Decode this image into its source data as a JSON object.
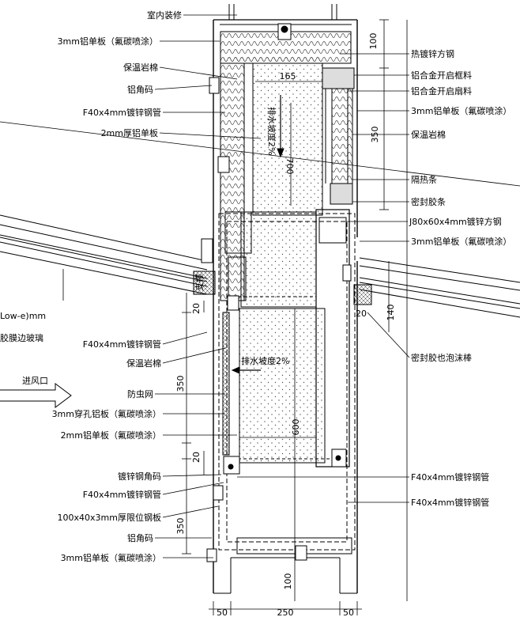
{
  "left_labels": [
    {
      "text": "室内装修"
    },
    {
      "text": "3mm铝单板（氟碳喷涂）"
    },
    {
      "text": "保温岩棉"
    },
    {
      "text": "铝角码"
    },
    {
      "text": "F40x4mm镀锌钢管"
    },
    {
      "text": "2mm厚铝单板"
    },
    {
      "text": "Low-e)mm"
    },
    {
      "text": "胶膜边玻璃"
    },
    {
      "text": "F40x4mm镀锌钢管"
    },
    {
      "text": "保温岩棉"
    },
    {
      "text": "防虫网"
    },
    {
      "text": "3mm穿孔铝板（氟碳喷涂）"
    },
    {
      "text": "2mm铝单板（氟碳喷涂）"
    },
    {
      "text": "镀锌钢角码"
    },
    {
      "text": "F40x4mm镀锌钢管"
    },
    {
      "text": "100x40x3mm厚限位钢板"
    },
    {
      "text": "铝角码"
    },
    {
      "text": "3mm铝单板（氟碳喷涂）"
    }
  ],
  "right_labels": [
    {
      "text": "热镀锌方钢"
    },
    {
      "text": "铝合金开启框料"
    },
    {
      "text": "铝合金开启扇料"
    },
    {
      "text": "3mm铝单板（氟碳喷涂）"
    },
    {
      "text": "保温岩棉"
    },
    {
      "text": "隔热条"
    },
    {
      "text": "密封胶条"
    },
    {
      "text": "J80x60x4mm镀锌方钢"
    },
    {
      "text": "3mm铝单板（氟碳喷涂）"
    },
    {
      "text": "密封胶也泡沫棒"
    },
    {
      "text": "F40x4mm镀锌钢管"
    },
    {
      "text": "F40x4mm镀锌钢管"
    }
  ],
  "inner_text": {
    "arrow_label": "进风口",
    "slope_upper": "排水坡度2%",
    "slope_lower": "排水坡度2%",
    "side_note": "支撑"
  },
  "dimensions": {
    "d100_top": "100",
    "d350_right": "350",
    "d165": "165",
    "d700": "700",
    "d140": "140",
    "d20_r": "20",
    "d20_l1": "20",
    "d350_l1": "350",
    "d600": "600",
    "d20_l2": "20",
    "d350_l2": "350",
    "d100_bottom": "100",
    "d50_left": "50",
    "d250": "250",
    "d50_right": "50"
  }
}
